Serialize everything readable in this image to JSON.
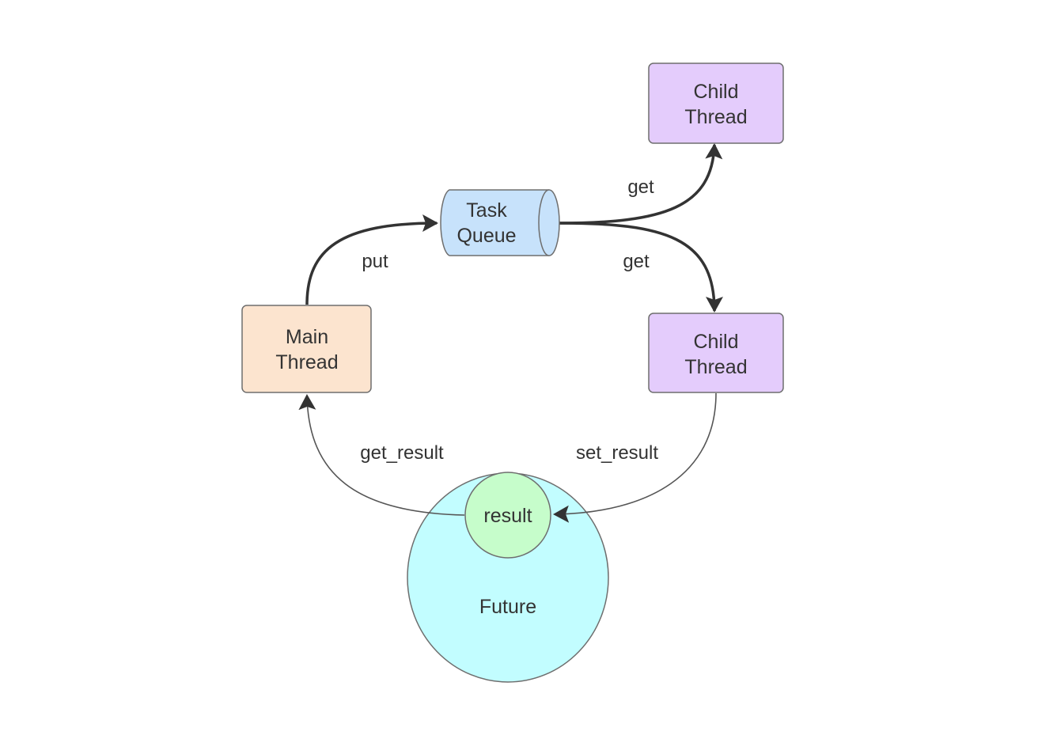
{
  "nodes": {
    "child_thread_top": {
      "line1": "Child",
      "line2": "Thread",
      "fill": "#E4CCFC",
      "stroke": "#6E6E6E"
    },
    "task_queue": {
      "line1": "Task",
      "line2": "Queue",
      "fill": "#C7E2FB",
      "stroke": "#6E6E6E"
    },
    "main_thread": {
      "line1": "Main",
      "line2": "Thread",
      "fill": "#FCE4CF",
      "stroke": "#6E6E6E"
    },
    "child_thread_mid": {
      "line1": "Child",
      "line2": "Thread",
      "fill": "#E4CCFC",
      "stroke": "#6E6E6E"
    },
    "future": {
      "label": "Future",
      "fill": "#C2FDFF",
      "stroke": "#6E6E6E"
    },
    "result": {
      "label": "result",
      "fill": "#C6FDCB",
      "stroke": "#6E6E6E"
    }
  },
  "edges": {
    "put": "put",
    "get_top": "get",
    "get_mid": "get",
    "get_result": "get_result",
    "set_result": "set_result"
  },
  "colors": {
    "edge_stroke": "#333333",
    "edge_stroke_thin": "#555555",
    "text": "#333333"
  }
}
